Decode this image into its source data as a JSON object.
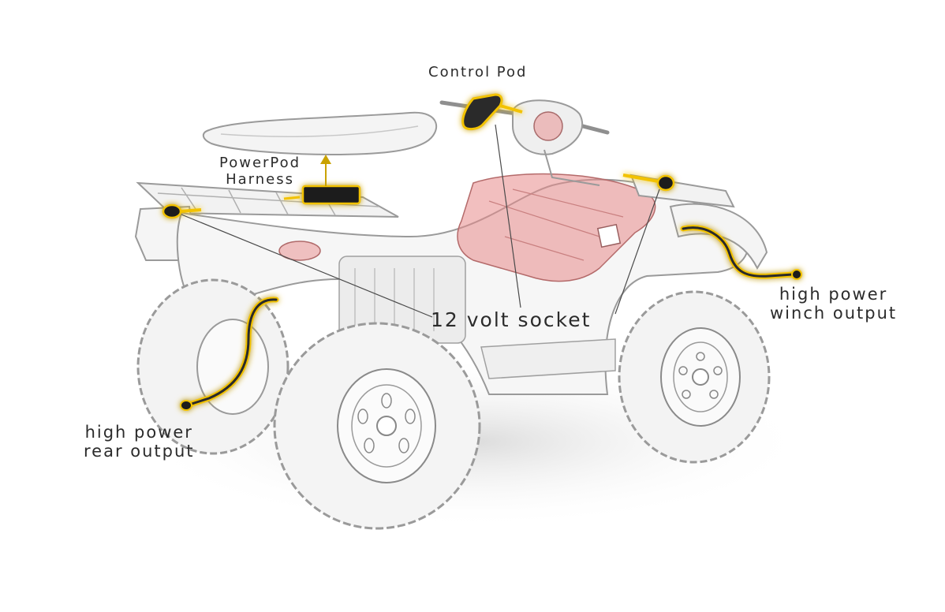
{
  "diagram": {
    "labels": {
      "control_pod": "Control Pod",
      "powerpod_harness": "PowerPod\nHarness",
      "socket": "12 volt socket",
      "winch_output": "high power\nwinch output",
      "rear_output": "high power\nrear output"
    },
    "colors": {
      "highlight_glow": "#f2c200",
      "body_tint": "#e88a8a",
      "outline": "#9a9a9a",
      "component_dark": "#1e1e1e",
      "label_text": "#2b2b2b"
    }
  }
}
